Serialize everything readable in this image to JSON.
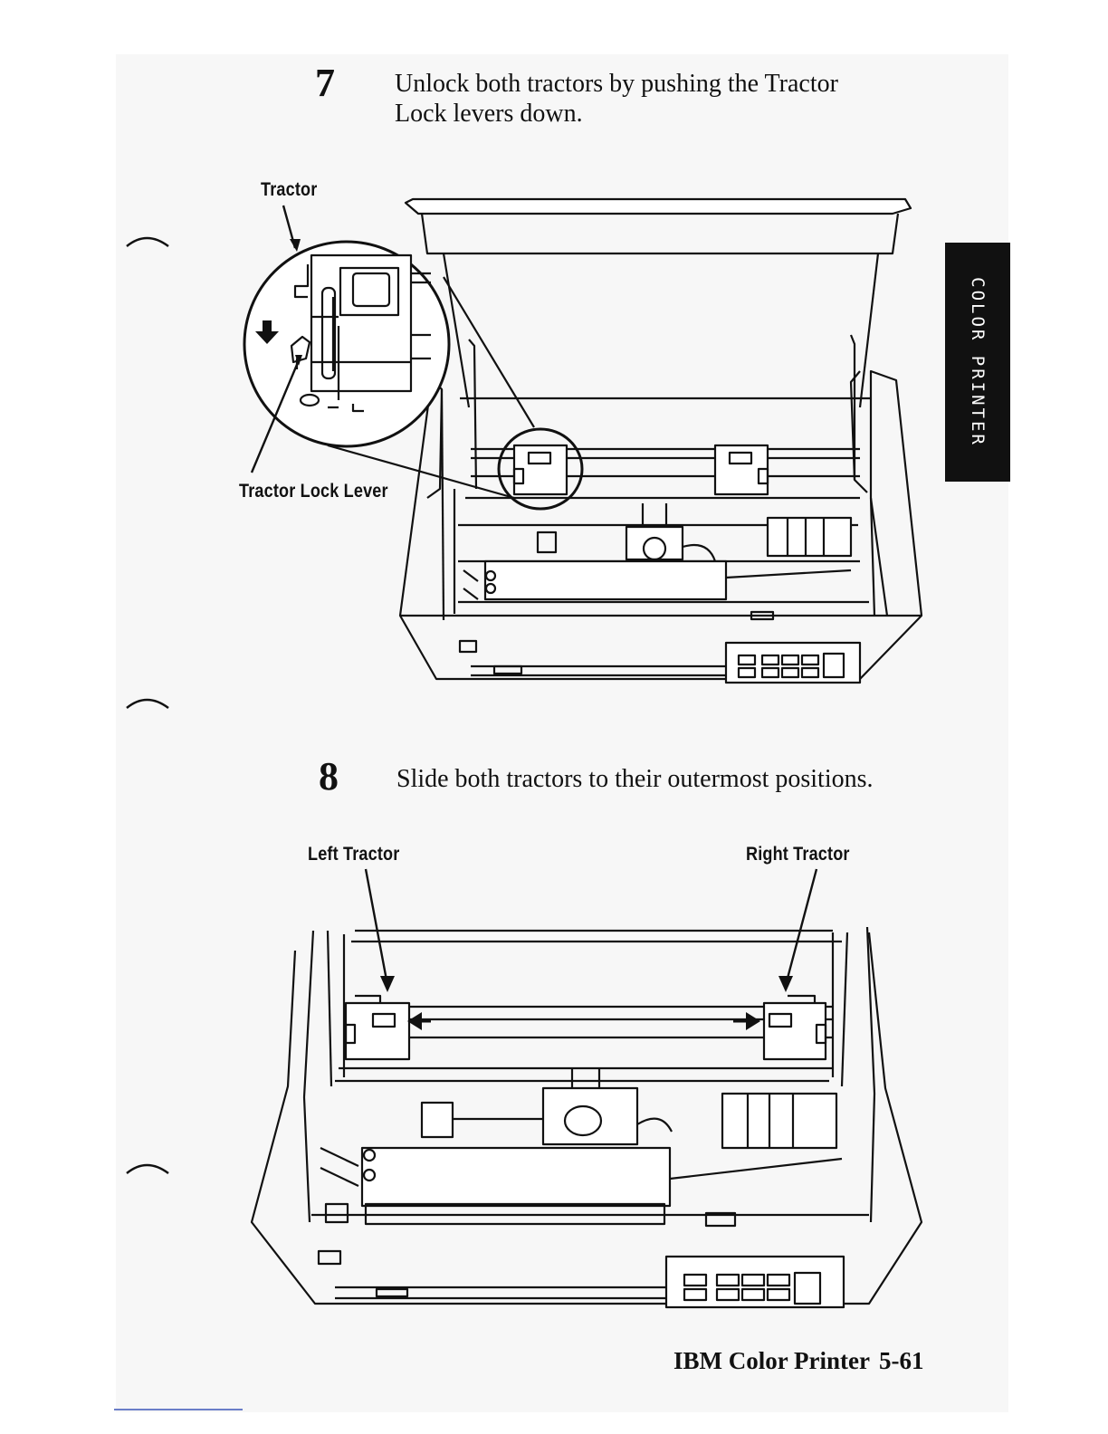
{
  "step7": {
    "number": "7",
    "text": "Unlock both tractors by pushing the Tractor\nLock levers down."
  },
  "figure1": {
    "callout_tractor": "Tractor",
    "callout_lock_lever": "Tractor Lock Lever"
  },
  "step8": {
    "number": "8",
    "text": "Slide both tractors to their outermost positions."
  },
  "figure2": {
    "callout_left_tractor": "Left Tractor",
    "callout_right_tractor": "Right Tractor"
  },
  "side_tab": {
    "label": "COLOR PRINTER"
  },
  "footer": {
    "title": "IBM Color Printer",
    "page_number": "5-61"
  }
}
